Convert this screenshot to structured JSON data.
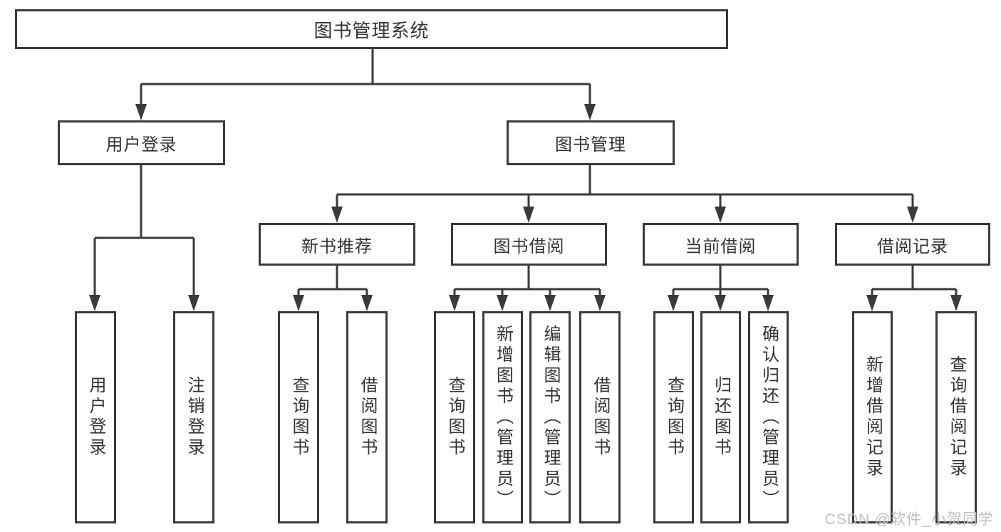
{
  "page": {
    "background": "#ffffff"
  },
  "colors": {
    "line": "#3a3a3a",
    "text": "#333333",
    "watermark": "#bfbfbf"
  },
  "watermark": "CSDN @软件_小贺同学",
  "diagram": {
    "root": {
      "label": "图书管理系统"
    },
    "level2": [
      {
        "id": "login",
        "label": "用户登录"
      },
      {
        "id": "books",
        "label": "图书管理"
      }
    ],
    "level3": [
      {
        "id": "recommend",
        "label": "新书推荐"
      },
      {
        "id": "borrow",
        "label": "图书借阅"
      },
      {
        "id": "current",
        "label": "当前借阅"
      },
      {
        "id": "records",
        "label": "借阅记录"
      }
    ],
    "leaves": {
      "login": [
        "用户登录",
        "注销登录"
      ],
      "recommend": [
        "查询图书",
        "借阅图书"
      ],
      "borrow": [
        "查询图书",
        "新增图书（管理员）",
        "编辑图书（管理员）",
        "借阅图书"
      ],
      "current": [
        "查询图书",
        "归还图书",
        "确认归还（管理员）"
      ],
      "records": [
        "新增借阅记录",
        "查询借阅记录"
      ]
    }
  }
}
